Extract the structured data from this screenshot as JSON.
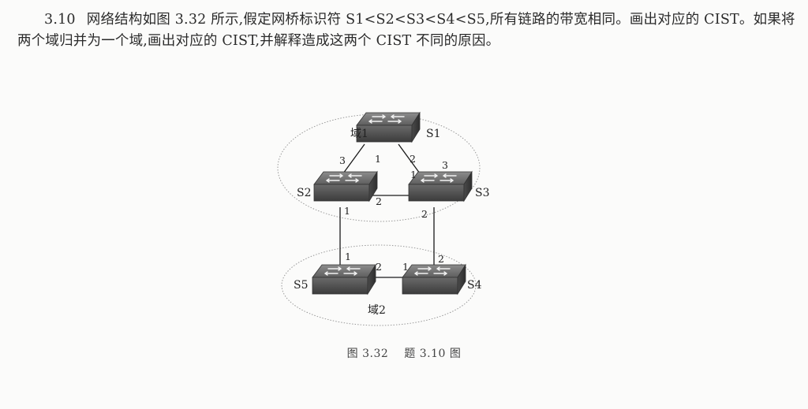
{
  "question": {
    "number": "3.10",
    "text": "网络结构如图 3.32 所示,假定网桥标识符 S1<S2<S3<S4<S5,所有链路的带宽相同。画出对应的 CIST。如果将两个域归并为一个域,画出对应的 CIST,并解释造成这两个 CIST 不同的原因。"
  },
  "figure": {
    "domains": [
      {
        "id": "d1",
        "label": "域1"
      },
      {
        "id": "d2",
        "label": "域2"
      }
    ],
    "switches": [
      {
        "id": "S1",
        "label": "S1"
      },
      {
        "id": "S2",
        "label": "S2"
      },
      {
        "id": "S3",
        "label": "S3"
      },
      {
        "id": "S4",
        "label": "S4"
      },
      {
        "id": "S5",
        "label": "S5"
      }
    ],
    "links": [
      {
        "a": "S1",
        "a_port": "1",
        "b": "S2",
        "b_port": "3"
      },
      {
        "a": "S1",
        "a_port": "2",
        "b": "S3",
        "b_port": "3"
      },
      {
        "a": "S2",
        "a_port": "2",
        "b": "S3",
        "b_port": "1"
      },
      {
        "a": "S2",
        "a_port": "1",
        "b": "S5",
        "b_port": "1"
      },
      {
        "a": "S3",
        "a_port": "2",
        "b": "S4",
        "b_port": "2"
      },
      {
        "a": "S5",
        "a_port": "2",
        "b": "S4",
        "b_port": "1"
      }
    ]
  },
  "caption": {
    "figure_number": "图 3.32",
    "title": "题 3.10 图"
  }
}
